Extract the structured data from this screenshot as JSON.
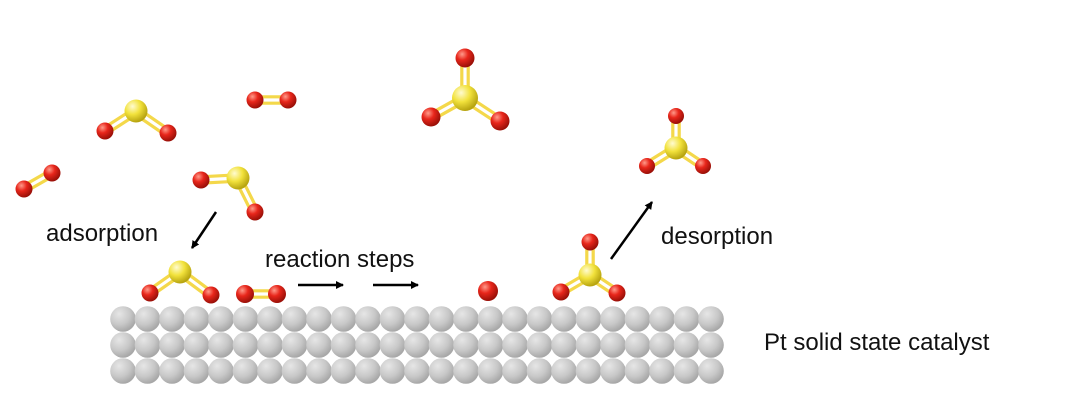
{
  "labels": {
    "adsorption": "adsorption",
    "reaction_steps": "reaction steps",
    "desorption": "desorption",
    "catalyst": "Pt solid state catalyst"
  },
  "colors": {
    "oxygen": "#e8261b",
    "sulfur": "#f2e23c",
    "bond": "#f4d84a",
    "surface_atom": "#c8c8c8",
    "arrow": "#000000",
    "text": "#111111"
  },
  "catalyst_surface": {
    "rows": 3,
    "columns": 25
  },
  "species": [
    "SO2",
    "O2",
    "SO3",
    "O2",
    "SO2",
    "SO2-adsorbed",
    "O2-adsorbed",
    "O-adsorbed",
    "SO3-adsorbed",
    "SO3-desorbed"
  ]
}
